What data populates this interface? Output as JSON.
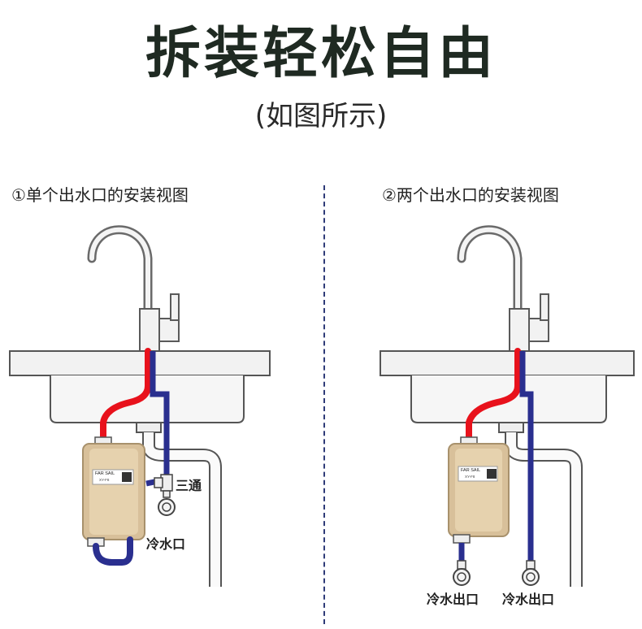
{
  "title": "拆装轻松自由",
  "subtitle": "(如图所示)",
  "left_panel": {
    "caption": "①单个出水口的安装视图",
    "tee_label": "三通",
    "cold_outlet_label": "冷水口",
    "heater_brand": "FAR SAIL",
    "heater_model": "XY-F8"
  },
  "right_panel": {
    "caption": "②两个出水口的安装视图",
    "outlet_label_left": "冷水出口",
    "outlet_label_right": "冷水出口",
    "heater_brand": "FAR SAIL",
    "heater_model": "XY-F8"
  },
  "colors": {
    "hot_pipe": "#e8121c",
    "cold_pipe": "#2a2f8f",
    "heater_body": "#d8c09a",
    "divider": "#2f3b78"
  }
}
